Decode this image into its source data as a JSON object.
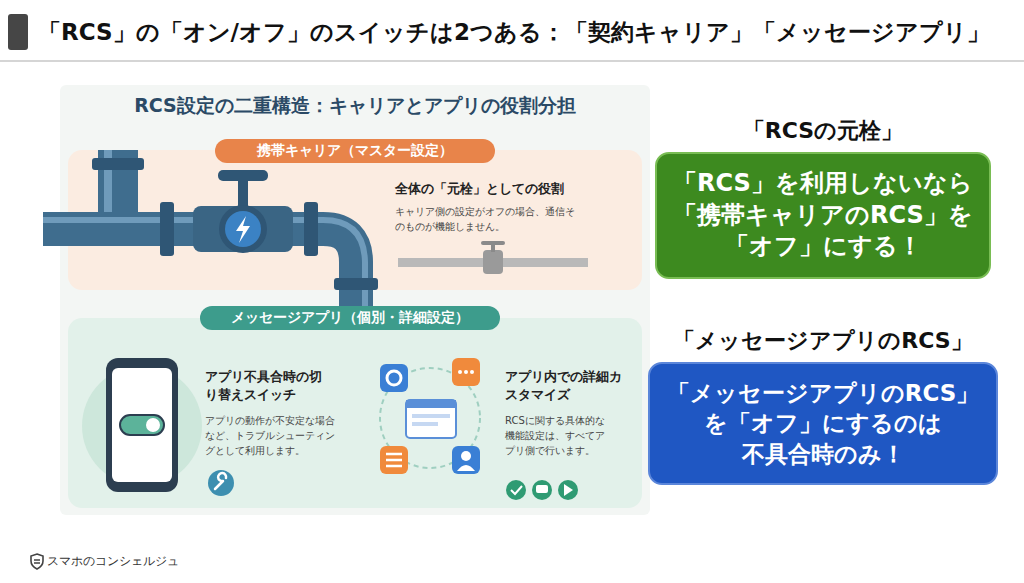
{
  "diagram": {
    "title": "「RCS」の「オン/オフ」のスイッチは2つある：「契約キャリア」「メッセージアプリ」",
    "nodes": [
      {
        "text": [
          "RCS設定の二重構造：キャリアとアプリの役割分担"
        ]
      },
      {
        "text": [
          "携帯キャリア（マスター設定）",
          "全体の「元栓」としての役割",
          "キャリア側の設定がオフの場合、通信そのものが機能しません。"
        ],
        "in": 0
      },
      {
        "text": [
          "メッセージアプリ（個別・詳細設定）",
          "アプリ不具合時の切り替えスイッチ",
          "アプリの動作が不安定な場合など、トラブルシューティングとして利用します。",
          "アプリ内での詳細カスタマイズ",
          "RCSに関する具体的な機能設定は、すべてアプリ側で行います。"
        ],
        "in": 0
      },
      {
        "text": [
          "「RCSの元栓」",
          "「RCS」を利用しないなら 「携帯キャリアのRCS」を 「オフ」にする！"
        ]
      },
      {
        "text": [
          "「メッセージアプリのRCS」",
          "「メッセージアプリのRCS」 を「オフ」にするのは 不具合時のみ！"
        ]
      }
    ],
    "labels": [
      "スマホのコンシェルジュ"
    ]
  }
}
